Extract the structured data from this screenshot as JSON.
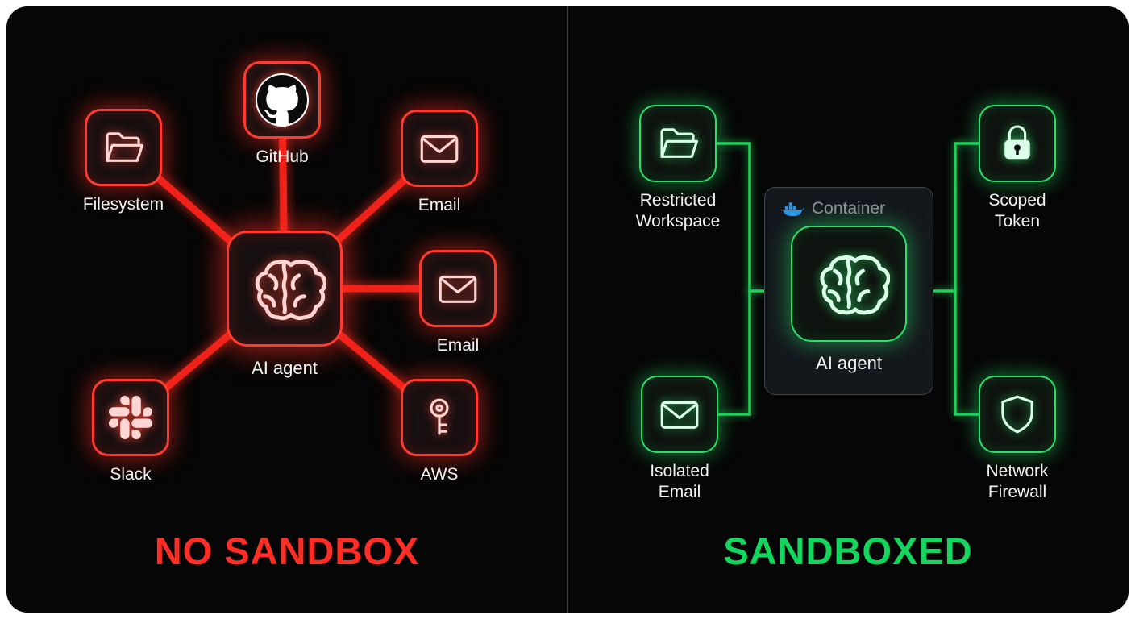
{
  "left": {
    "title": "NO SANDBOX",
    "accent": "#ff3b30",
    "line_color": "#ef221a",
    "center": {
      "label": "AI agent",
      "icon": "brain-icon"
    },
    "nodes": [
      {
        "label": "Filesystem",
        "icon": "folder-icon"
      },
      {
        "label": "GitHub",
        "icon": "github-icon"
      },
      {
        "label": "Email",
        "icon": "email-icon"
      },
      {
        "label": "Email",
        "icon": "email-icon"
      },
      {
        "label": "Slack",
        "icon": "slack-icon"
      },
      {
        "label": "AWS",
        "icon": "key-icon"
      }
    ]
  },
  "right": {
    "title": "SANDBOXED",
    "accent": "#2be06a",
    "line_color": "#1dd157",
    "container_label": "Container",
    "container_icon": "docker-icon",
    "docker_blue": "#2496ed",
    "center": {
      "label": "AI agent",
      "icon": "brain-icon"
    },
    "nodes": [
      {
        "label": "Restricted Workspace",
        "icon": "folder-icon"
      },
      {
        "label": "Scoped Token",
        "icon": "lock-icon"
      },
      {
        "label": "Isolated Email",
        "icon": "email-icon"
      },
      {
        "label": "Network Firewall",
        "icon": "shield-icon"
      }
    ]
  }
}
